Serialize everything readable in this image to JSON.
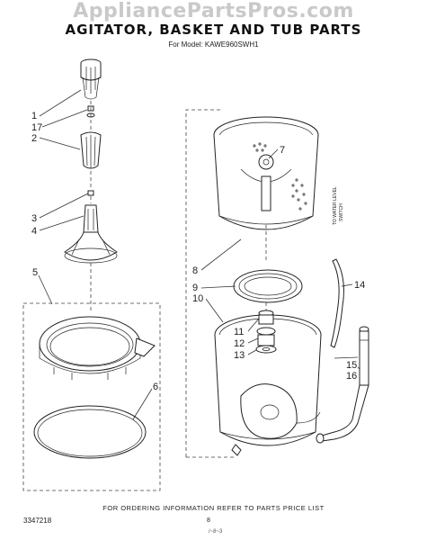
{
  "watermark": "AppliancePartsPros.com",
  "title": "AGITATOR, BASKET AND TUB PARTS",
  "model": "For Model: KAWE960SWH1",
  "footer": "FOR ORDERING INFORMATION REFER TO PARTS PRICE LIST",
  "doc_number": "3347218",
  "page_number": "8",
  "page_mark": "/~8~3",
  "side_label_line1": "TO WATER LEVEL",
  "side_label_line2": "SWITCH",
  "callouts": [
    "1",
    "17",
    "2",
    "3",
    "4",
    "5",
    "6",
    "7",
    "8",
    "9",
    "10",
    "11",
    "12",
    "13",
    "14",
    "15",
    "16"
  ]
}
